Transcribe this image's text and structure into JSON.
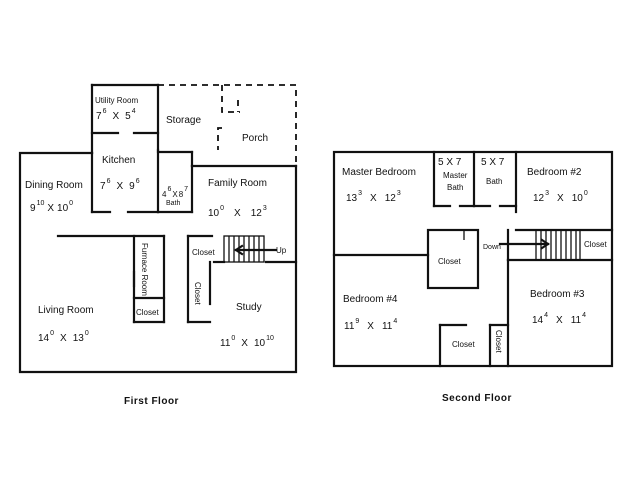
{
  "first_floor": {
    "caption": "First Floor",
    "utility_room": {
      "label": "Utility Room",
      "w": "7",
      "w_in": "6",
      "h": "5",
      "h_in": "4"
    },
    "storage": {
      "label": "Storage"
    },
    "porch": {
      "label": "Porch"
    },
    "kitchen": {
      "label": "Kitchen",
      "w": "7",
      "w_in": "6",
      "h": "9",
      "h_in": "6"
    },
    "bath": {
      "label": "Bath",
      "w": "4",
      "w_in": "6",
      "h": "8",
      "h_in": "7"
    },
    "dining_room": {
      "label": "Dining Room",
      "w": "9",
      "w_in": "10",
      "h": "10",
      "h_in": "0"
    },
    "family_room": {
      "label": "Family Room",
      "w": "10",
      "w_in": "0",
      "h": "12",
      "h_in": "3"
    },
    "closet_stair": {
      "label": "Closet"
    },
    "up": {
      "label": "Up"
    },
    "furnace_room": {
      "label": "Furnace Room"
    },
    "closet_furnace": {
      "label": "Closet"
    },
    "closet_study": {
      "label": "Closet"
    },
    "living_room": {
      "label": "Living Room",
      "w": "14",
      "w_in": "0",
      "h": "13",
      "h_in": "0"
    },
    "study": {
      "label": "Study",
      "w": "11",
      "w_in": "0",
      "h": "10",
      "h_in": "10"
    }
  },
  "second_floor": {
    "caption": "Second Floor",
    "master_bedroom": {
      "label": "Master Bedroom",
      "w": "13",
      "w_in": "3",
      "h": "12",
      "h_in": "3"
    },
    "master_bath": {
      "size": "5 X 7",
      "label1": "Master",
      "label2": "Bath"
    },
    "bath": {
      "size": "5 X 7",
      "label": "Bath"
    },
    "bedroom2": {
      "label": "Bedroom #2",
      "w": "12",
      "w_in": "3",
      "h": "10",
      "h_in": "0"
    },
    "closet_center": {
      "label": "Closet"
    },
    "down": {
      "label": "Down"
    },
    "closet_right": {
      "label": "Closet"
    },
    "bedroom4": {
      "label": "Bedroom #4",
      "w": "11",
      "w_in": "9",
      "h": "11",
      "h_in": "4"
    },
    "bedroom3": {
      "label": "Bedroom #3",
      "w": "14",
      "w_in": "4",
      "h": "11",
      "h_in": "4"
    },
    "closet_bottom": {
      "label": "Closet"
    },
    "closet_bottom_vert": {
      "label": "Closet"
    }
  },
  "dimension_separator": "X"
}
